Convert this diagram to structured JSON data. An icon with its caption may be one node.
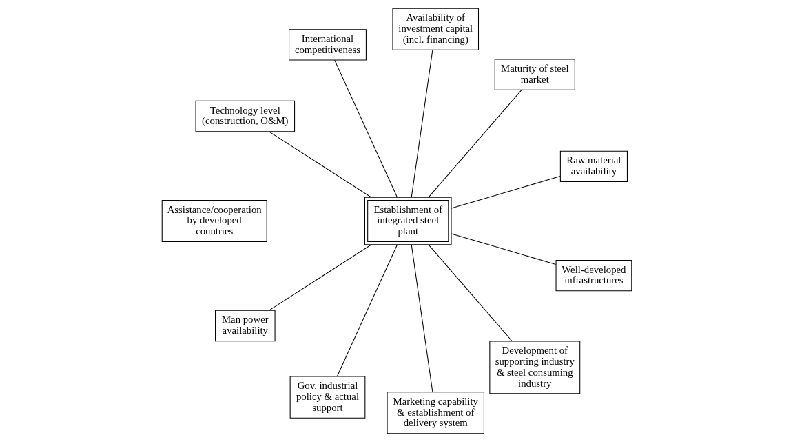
{
  "diagram": {
    "nodes": [
      {
        "text": [
          "Establishment of integrated steel plant"
        ]
      },
      {
        "text": [
          "Raw material availability"
        ]
      },
      {
        "text": [
          "Maturity of steel market"
        ]
      },
      {
        "text": [
          "Availability of investment capital (incl. financing)"
        ]
      },
      {
        "text": [
          "International competitiveness"
        ]
      },
      {
        "text": [
          "Technology level (construction, O&M)"
        ]
      },
      {
        "text": [
          "Assistance/cooperation by developed countries"
        ]
      },
      {
        "text": [
          "Man power availability"
        ]
      },
      {
        "text": [
          "Gov. industrial policy & actual support"
        ]
      },
      {
        "text": [
          "Marketing capability & establishment of delivery system"
        ]
      },
      {
        "text": [
          "Development of supporting industry & steel consuming industry"
        ]
      },
      {
        "text": [
          "Well-developed infrastructures"
        ]
      }
    ],
    "edges": [
      {
        "from": 0,
        "to": 1,
        "arrow": "none"
      },
      {
        "from": 0,
        "to": 2,
        "arrow": "none"
      },
      {
        "from": 0,
        "to": 3,
        "arrow": "none"
      },
      {
        "from": 0,
        "to": 4,
        "arrow": "none"
      },
      {
        "from": 0,
        "to": 5,
        "arrow": "none"
      },
      {
        "from": 0,
        "to": 6,
        "arrow": "none"
      },
      {
        "from": 0,
        "to": 7,
        "arrow": "none"
      },
      {
        "from": 0,
        "to": 8,
        "arrow": "none"
      },
      {
        "from": 0,
        "to": 9,
        "arrow": "none"
      },
      {
        "from": 0,
        "to": 10,
        "arrow": "none"
      },
      {
        "from": 0,
        "to": 11,
        "arrow": "none"
      }
    ]
  }
}
